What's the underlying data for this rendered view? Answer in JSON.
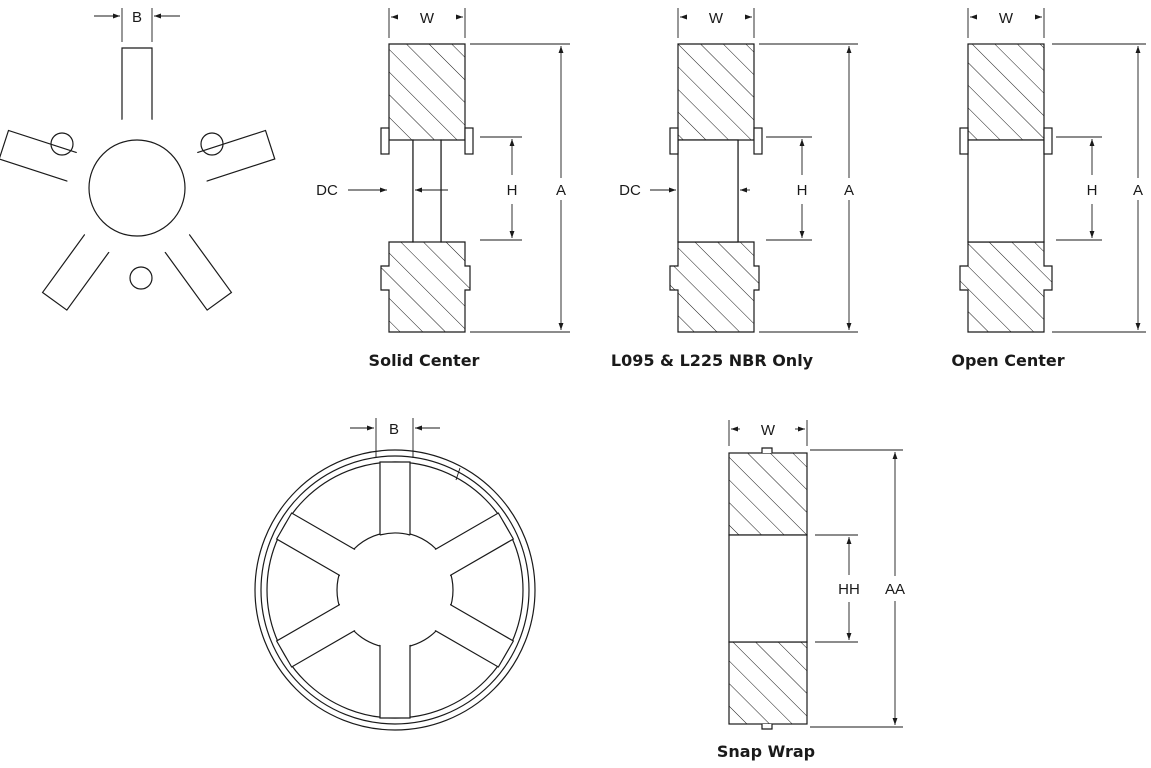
{
  "labels": {
    "b": "B",
    "w": "W",
    "dc": "DC",
    "h": "H",
    "a": "A",
    "hh": "HH",
    "aa": "AA"
  },
  "captions": {
    "solid_center": "Solid Center",
    "nbr_only": "L095 & L225 NBR Only",
    "open_center": "Open Center",
    "snap_wrap": "Snap Wrap"
  },
  "colors": {
    "line": "#1a1a1a",
    "background": "#ffffff"
  }
}
